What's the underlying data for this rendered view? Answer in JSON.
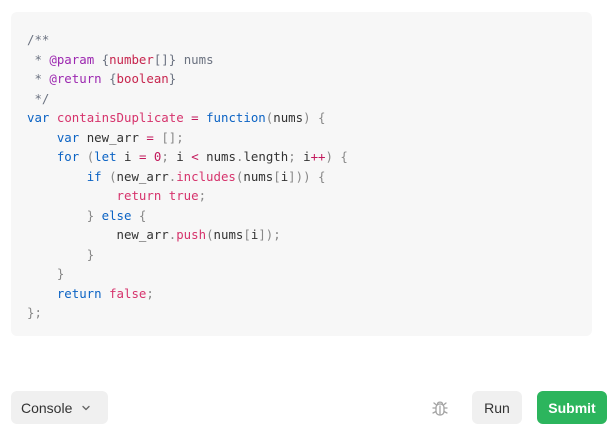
{
  "editor": {
    "language": "javascript",
    "lines": [
      [
        {
          "t": "/**",
          "c": "cmt"
        }
      ],
      [
        {
          "t": " * ",
          "c": "cmt"
        },
        {
          "t": "@param",
          "c": "tag"
        },
        {
          "t": " {",
          "c": "cmt"
        },
        {
          "t": "number",
          "c": "type"
        },
        {
          "t": "[]",
          "c": "cmt"
        },
        {
          "t": "}",
          "c": "cmt"
        },
        {
          "t": " nums",
          "c": "cmt"
        }
      ],
      [
        {
          "t": " * ",
          "c": "cmt"
        },
        {
          "t": "@return",
          "c": "tag"
        },
        {
          "t": " {",
          "c": "cmt"
        },
        {
          "t": "boolean",
          "c": "type"
        },
        {
          "t": "}",
          "c": "cmt"
        }
      ],
      [
        {
          "t": " */",
          "c": "cmt"
        }
      ],
      [
        {
          "t": "var",
          "c": "kw"
        },
        {
          "t": " ",
          "c": "id"
        },
        {
          "t": "containsDuplicate",
          "c": "fn"
        },
        {
          "t": " ",
          "c": "id"
        },
        {
          "t": "=",
          "c": "op"
        },
        {
          "t": " ",
          "c": "id"
        },
        {
          "t": "function",
          "c": "kw"
        },
        {
          "t": "(",
          "c": "punc"
        },
        {
          "t": "nums",
          "c": "id"
        },
        {
          "t": ")",
          "c": "punc"
        },
        {
          "t": " {",
          "c": "punc"
        }
      ],
      [
        {
          "t": "    ",
          "c": "id"
        },
        {
          "t": "var",
          "c": "kw"
        },
        {
          "t": " new_arr ",
          "c": "id"
        },
        {
          "t": "=",
          "c": "op"
        },
        {
          "t": " ",
          "c": "id"
        },
        {
          "t": "[];",
          "c": "punc"
        }
      ],
      [
        {
          "t": "    ",
          "c": "id"
        },
        {
          "t": "for",
          "c": "kw"
        },
        {
          "t": " (",
          "c": "punc"
        },
        {
          "t": "let",
          "c": "kw"
        },
        {
          "t": " i ",
          "c": "id"
        },
        {
          "t": "=",
          "c": "op"
        },
        {
          "t": " ",
          "c": "id"
        },
        {
          "t": "0",
          "c": "num"
        },
        {
          "t": "; ",
          "c": "punc"
        },
        {
          "t": "i ",
          "c": "id"
        },
        {
          "t": "<",
          "c": "op"
        },
        {
          "t": " nums",
          "c": "id"
        },
        {
          "t": ".",
          "c": "punc"
        },
        {
          "t": "length",
          "c": "id"
        },
        {
          "t": "; ",
          "c": "punc"
        },
        {
          "t": "i",
          "c": "id"
        },
        {
          "t": "++",
          "c": "op"
        },
        {
          "t": ") {",
          "c": "punc"
        }
      ],
      [
        {
          "t": "        ",
          "c": "id"
        },
        {
          "t": "if",
          "c": "kw"
        },
        {
          "t": " (",
          "c": "punc"
        },
        {
          "t": "new_arr",
          "c": "id"
        },
        {
          "t": ".",
          "c": "punc"
        },
        {
          "t": "includes",
          "c": "fn"
        },
        {
          "t": "(",
          "c": "punc"
        },
        {
          "t": "nums",
          "c": "id"
        },
        {
          "t": "[",
          "c": "punc"
        },
        {
          "t": "i",
          "c": "id"
        },
        {
          "t": "])) {",
          "c": "punc"
        }
      ],
      [
        {
          "t": "            ",
          "c": "id"
        },
        {
          "t": "return",
          "c": "fn"
        },
        {
          "t": " ",
          "c": "id"
        },
        {
          "t": "true",
          "c": "fn"
        },
        {
          "t": ";",
          "c": "punc"
        }
      ],
      [
        {
          "t": "        ",
          "c": "id"
        },
        {
          "t": "} ",
          "c": "punc"
        },
        {
          "t": "else",
          "c": "kw"
        },
        {
          "t": " {",
          "c": "punc"
        }
      ],
      [
        {
          "t": "            new_arr",
          "c": "id"
        },
        {
          "t": ".",
          "c": "punc"
        },
        {
          "t": "push",
          "c": "fn"
        },
        {
          "t": "(",
          "c": "punc"
        },
        {
          "t": "nums",
          "c": "id"
        },
        {
          "t": "[",
          "c": "punc"
        },
        {
          "t": "i",
          "c": "id"
        },
        {
          "t": "]);",
          "c": "punc"
        }
      ],
      [
        {
          "t": "        ",
          "c": "id"
        },
        {
          "t": "}",
          "c": "punc"
        }
      ],
      [
        {
          "t": "    ",
          "c": "id"
        },
        {
          "t": "}",
          "c": "punc"
        }
      ],
      [
        {
          "t": "    ",
          "c": "id"
        },
        {
          "t": "return",
          "c": "kw"
        },
        {
          "t": " ",
          "c": "id"
        },
        {
          "t": "false",
          "c": "fn"
        },
        {
          "t": ";",
          "c": "punc"
        }
      ],
      [
        {
          "t": "};",
          "c": "punc"
        }
      ]
    ]
  },
  "toolbar": {
    "console_label": "Console",
    "console_icon": "chevron-down-icon",
    "debug_icon": "bug-icon",
    "run_label": "Run",
    "submit_label": "Submit"
  },
  "colors": {
    "submit_bg": "#2cb55d",
    "button_bg": "#f0f0f0",
    "editor_bg": "#f7f7f7"
  }
}
